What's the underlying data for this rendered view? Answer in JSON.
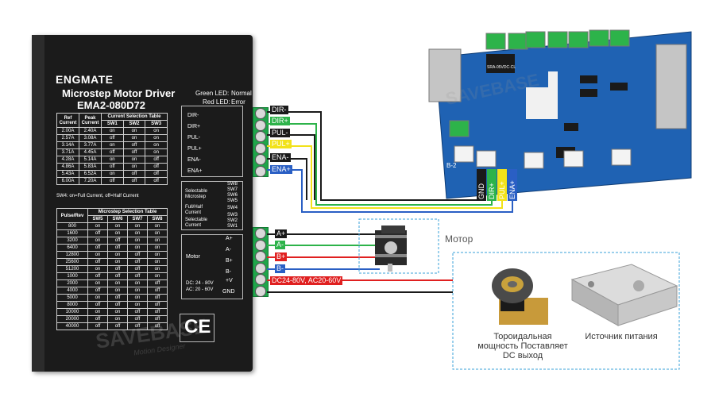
{
  "driver": {
    "brand": "ENGMATE",
    "title_line1": "Microstep Motor Driver",
    "title_line2": "EMA2-080D72",
    "green_led": "Green LED:",
    "green_led_val": "Normal",
    "red_led": "Red LED:",
    "red_led_val": "Error",
    "current_table": {
      "headers": [
        "Ref Current",
        "Peak Current",
        "Current Selection Table"
      ],
      "sw_headers": [
        "SW1",
        "SW2",
        "SW3"
      ],
      "rows": [
        [
          "2.00A",
          "2.40A",
          "on",
          "on",
          "on"
        ],
        [
          "2.57A",
          "3.08A",
          "off",
          "on",
          "on"
        ],
        [
          "3.14A",
          "3.77A",
          "on",
          "off",
          "on"
        ],
        [
          "3.71A",
          "4.45A",
          "off",
          "off",
          "on"
        ],
        [
          "4.28A",
          "5.14A",
          "on",
          "on",
          "off"
        ],
        [
          "4.86A",
          "5.83A",
          "off",
          "on",
          "off"
        ],
        [
          "5.43A",
          "6.52A",
          "on",
          "off",
          "off"
        ],
        [
          "6.00A",
          "7.20A",
          "off",
          "off",
          "off"
        ]
      ]
    },
    "sw4_note": "SW4: on=Full Current, off=Half Current",
    "step_table": {
      "headers": [
        "Pulse/Rev",
        "Microstep Selection Table"
      ],
      "sw_headers": [
        "SW5",
        "SW6",
        "SW7",
        "SW8"
      ],
      "rows": [
        [
          "800",
          "on",
          "on",
          "on",
          "on"
        ],
        [
          "1600",
          "off",
          "on",
          "on",
          "on"
        ],
        [
          "3200",
          "on",
          "off",
          "on",
          "on"
        ],
        [
          "6400",
          "off",
          "off",
          "on",
          "on"
        ],
        [
          "12800",
          "on",
          "on",
          "off",
          "on"
        ],
        [
          "25600",
          "off",
          "on",
          "off",
          "on"
        ],
        [
          "51200",
          "on",
          "off",
          "off",
          "on"
        ],
        [
          "1000",
          "off",
          "off",
          "off",
          "on"
        ],
        [
          "2000",
          "on",
          "on",
          "on",
          "off"
        ],
        [
          "4000",
          "off",
          "on",
          "on",
          "off"
        ],
        [
          "5000",
          "on",
          "off",
          "on",
          "off"
        ],
        [
          "8000",
          "off",
          "off",
          "on",
          "off"
        ],
        [
          "10000",
          "on",
          "on",
          "off",
          "off"
        ],
        [
          "20000",
          "off",
          "on",
          "off",
          "off"
        ],
        [
          "40000",
          "off",
          "off",
          "off",
          "off"
        ]
      ]
    },
    "signal_pins": [
      "DIR-",
      "DIR+",
      "PUL-",
      "PUL+",
      "ENA-",
      "ENA+"
    ],
    "switch_groups": [
      {
        "label_lines": [
          "Selectable",
          "Microstep"
        ],
        "switches": [
          "SW8",
          "SW7",
          "SW6",
          "SW5"
        ]
      },
      {
        "label_lines": [
          "Full/Half",
          "Current"
        ],
        "switches": [
          "SW4"
        ]
      },
      {
        "label_lines": [
          "Selectable",
          "Current"
        ],
        "switches": [
          "SW3",
          "SW2",
          "SW1"
        ]
      }
    ],
    "motor_label": "Motor",
    "motor_pins": [
      "A+",
      "A-",
      "B+",
      "B-"
    ],
    "power_pins": [
      "+V",
      "GND"
    ],
    "power_spec_1": "DC: 24 - 80V",
    "power_spec_2": "AC: 20 - 60V",
    "ce_mark": "CE"
  },
  "wires": {
    "signal": [
      {
        "label": "DIR-",
        "color": "#1a1a1a"
      },
      {
        "label": "DIR+",
        "color": "#2db34a"
      },
      {
        "label": "PUL-",
        "color": "#1a1a1a"
      },
      {
        "label": "PUL+",
        "color": "#f2e21a"
      },
      {
        "label": "ENA-",
        "color": "#1a1a1a"
      },
      {
        "label": "ENA+",
        "color": "#2a5fc4"
      }
    ],
    "motor": [
      {
        "label": "A+",
        "color": "#1a1a1a"
      },
      {
        "label": "A-",
        "color": "#2db34a"
      },
      {
        "label": "B+",
        "color": "#e02020"
      },
      {
        "label": "B-",
        "color": "#2a5fc4"
      }
    ],
    "power": {
      "label": "DC24-80V, AC20-60V",
      "color": "#e02020"
    }
  },
  "board": {
    "pins": [
      "GND",
      "DIR+",
      "PUL+",
      "ENA+"
    ],
    "label_b2": "B-2",
    "relay_text": "SRA-05VDC-CL"
  },
  "motor_caption": "Мотор",
  "power_caption_1": [
    "Тороидальная",
    "мощность Поставляет",
    "DC выход"
  ],
  "power_caption_2": "Источник питания",
  "watermark": "SAVEBASE",
  "watermark_sub": "Motion Designer"
}
